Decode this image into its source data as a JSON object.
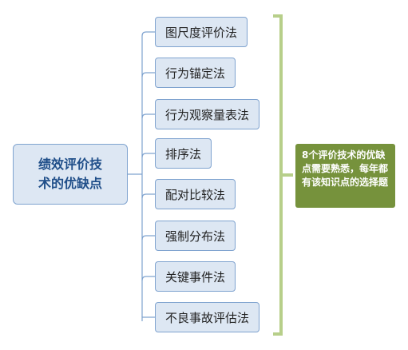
{
  "diagram": {
    "root": "绩效评价技术的优缺点",
    "methods": [
      "图尺度评价法",
      "行为锚定法",
      "行为观察量表法",
      "排序法",
      "配对比较法",
      "强制分布法",
      "关键事件法",
      "不良事故评估法"
    ],
    "note": "8个评价技术的优缺点需要熟悉，每年都有该知识点的选择题"
  },
  "colors": {
    "node_fill": "#dde7f3",
    "node_border": "#7fa3cf",
    "root_text": "#1f4e89",
    "connector": "#7fa3cf",
    "brace": "#b7cf8a",
    "note_fill": "#76923c"
  }
}
